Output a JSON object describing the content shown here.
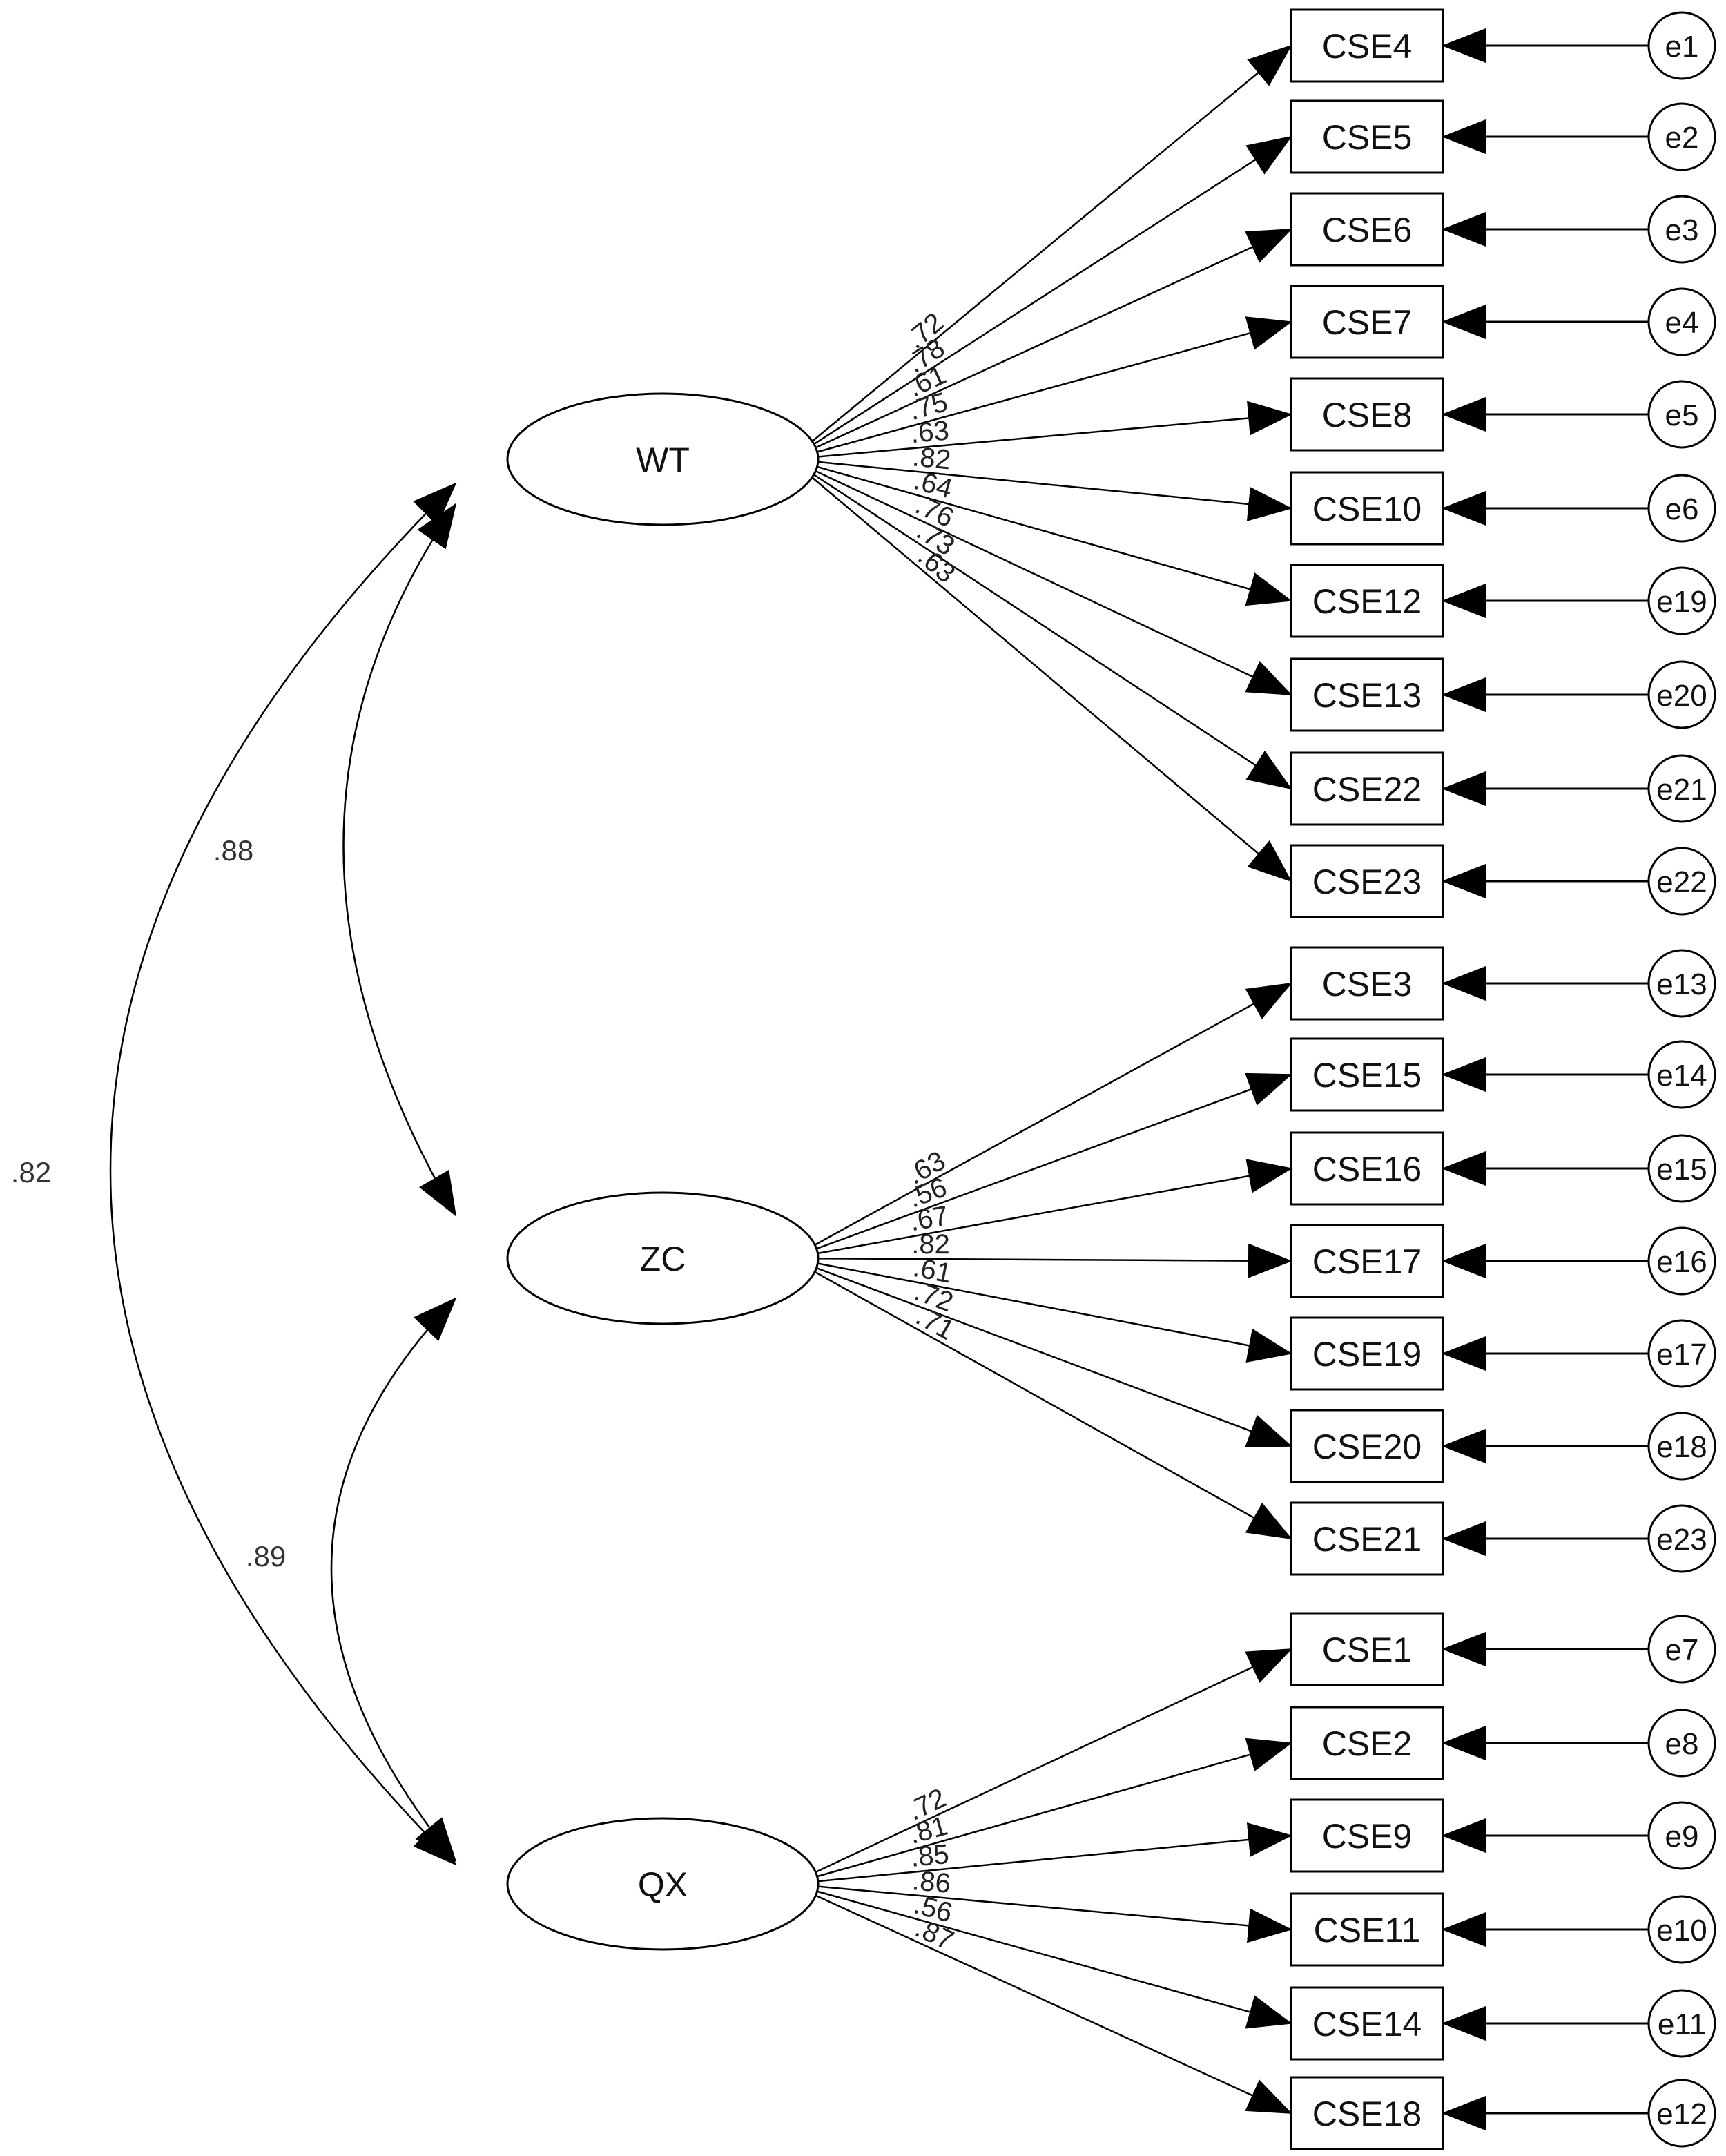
{
  "latents": [
    {
      "label": "WT"
    },
    {
      "label": "ZC"
    },
    {
      "label": "QX"
    }
  ],
  "indicators": [
    {
      "label": "CSE4",
      "error": "e1",
      "loading": ".72",
      "factor": 0
    },
    {
      "label": "CSE5",
      "error": "e2",
      "loading": ".78",
      "factor": 0
    },
    {
      "label": "CSE6",
      "error": "e3",
      "loading": ".61",
      "factor": 0
    },
    {
      "label": "CSE7",
      "error": "e4",
      "loading": ".75",
      "factor": 0
    },
    {
      "label": "CSE8",
      "error": "e5",
      "loading": ".63",
      "factor": 0
    },
    {
      "label": "CSE10",
      "error": "e6",
      "loading": ".82",
      "factor": 0
    },
    {
      "label": "CSE12",
      "error": "e19",
      "loading": ".64",
      "factor": 0
    },
    {
      "label": "CSE13",
      "error": "e20",
      "loading": ".76",
      "factor": 0
    },
    {
      "label": "CSE22",
      "error": "e21",
      "loading": ".73",
      "factor": 0
    },
    {
      "label": "CSE23",
      "error": "e22",
      "loading": ".63",
      "factor": 0
    },
    {
      "label": "CSE3",
      "error": "e13",
      "loading": ".63",
      "factor": 1
    },
    {
      "label": "CSE15",
      "error": "e14",
      "loading": ".56",
      "factor": 1
    },
    {
      "label": "CSE16",
      "error": "e15",
      "loading": ".67",
      "factor": 1
    },
    {
      "label": "CSE17",
      "error": "e16",
      "loading": ".82",
      "factor": 1
    },
    {
      "label": "CSE19",
      "error": "e17",
      "loading": ".61",
      "factor": 1
    },
    {
      "label": "CSE20",
      "error": "e18",
      "loading": ".72",
      "factor": 1
    },
    {
      "label": "CSE21",
      "error": "e23",
      "loading": ".71",
      "factor": 1
    },
    {
      "label": "CSE1",
      "error": "e7",
      "loading": ".72",
      "factor": 2
    },
    {
      "label": "CSE2",
      "error": "e8",
      "loading": ".81",
      "factor": 2
    },
    {
      "label": "CSE9",
      "error": "e9",
      "loading": ".85",
      "factor": 2
    },
    {
      "label": "CSE11",
      "error": "e10",
      "loading": ".86",
      "factor": 2
    },
    {
      "label": "CSE14",
      "error": "e11",
      "loading": ".56",
      "factor": 2
    },
    {
      "label": "CSE18",
      "error": "e12",
      "loading": ".87",
      "factor": 2
    }
  ],
  "correlations": [
    {
      "from": 0,
      "to": 1,
      "value": ".88"
    },
    {
      "from": 1,
      "to": 2,
      "value": ".89"
    },
    {
      "from": 0,
      "to": 2,
      "value": ".82"
    }
  ]
}
